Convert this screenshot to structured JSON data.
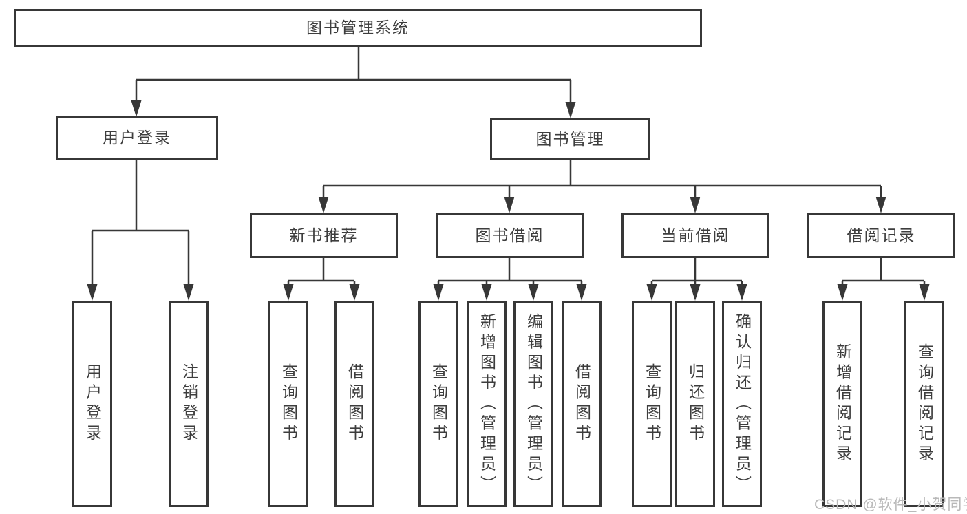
{
  "diagram_title": "图书管理系统",
  "tree": {
    "label": "图书管理系统",
    "children": [
      {
        "label": "用户登录",
        "children": [
          {
            "label": "用户登录"
          },
          {
            "label": "注销登录"
          }
        ]
      },
      {
        "label": "图书管理",
        "children": [
          {
            "label": "新书推荐",
            "children": [
              {
                "label": "查询图书"
              },
              {
                "label": "借阅图书"
              }
            ]
          },
          {
            "label": "图书借阅",
            "children": [
              {
                "label": "查询图书"
              },
              {
                "label": "新增图书（管理员）"
              },
              {
                "label": "编辑图书（管理员）"
              },
              {
                "label": "借阅图书"
              }
            ]
          },
          {
            "label": "当前借阅",
            "children": [
              {
                "label": "查询图书"
              },
              {
                "label": "归还图书"
              },
              {
                "label": "确认归还（管理员）"
              }
            ]
          },
          {
            "label": "借阅记录",
            "children": [
              {
                "label": "新增借阅记录"
              },
              {
                "label": "查询借阅记录"
              }
            ]
          }
        ]
      }
    ]
  },
  "watermark": "CSDN @软件_小贺同学",
  "colors": {
    "line": "#373737",
    "text": "#3d3d3d",
    "watermark": "#b9b9b9",
    "background": "#ffffff"
  }
}
